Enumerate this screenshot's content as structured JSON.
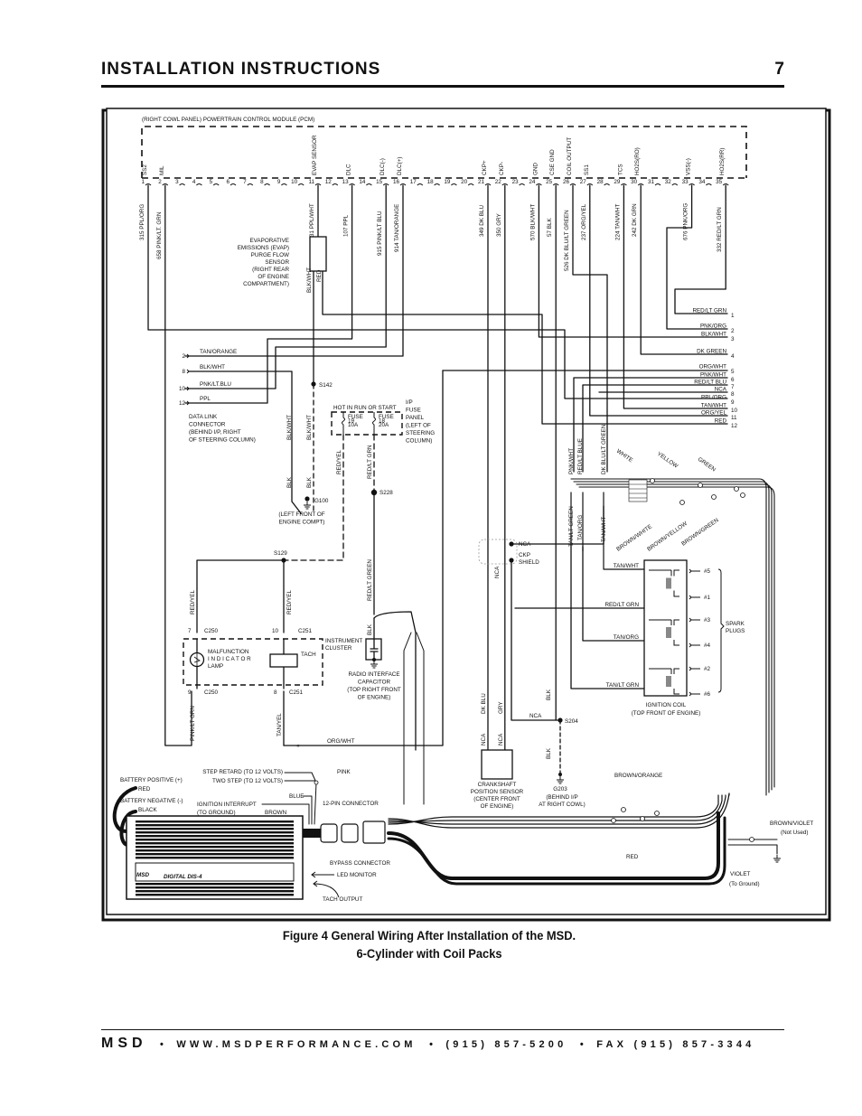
{
  "header": {
    "title": "INSTALLATION INSTRUCTIONS",
    "page": "7"
  },
  "pcm": {
    "title": "(RIGHT COWL PANEL) POWERTRAIN CONTROL MODULE (PCM)",
    "pin_count": 35,
    "pins": [
      {
        "pin": 1,
        "func": "SS2",
        "circuit": "315  PPL/ORG"
      },
      {
        "pin": 2,
        "func": "MIL",
        "circuit": "658  PINK/LT. GRN"
      },
      {
        "pin": 11,
        "func": "EVAP SENSOR",
        "circuit": "31  PPL/WHT"
      },
      {
        "pin": 13,
        "func": "DLC",
        "circuit": "107  PPL"
      },
      {
        "pin": 15,
        "func": "DLC(-)",
        "circuit": "915  PINK/LT BLU"
      },
      {
        "pin": 16,
        "func": "DLC(+)",
        "circuit": "914  TAN/ORANGE"
      },
      {
        "pin": 21,
        "func": "CKP+",
        "circuit": "349  DK BLU"
      },
      {
        "pin": 22,
        "func": "CKP-",
        "circuit": "350  GRY"
      },
      {
        "pin": 24,
        "func": "GND",
        "circuit": "570  BLK/WHT"
      },
      {
        "pin": 25,
        "func": "CSE GND",
        "circuit": "57  BLK"
      },
      {
        "pin": 26,
        "func": "COIL OUTPUT",
        "circuit": "526  DK BLU/LT GREEN"
      },
      {
        "pin": 27,
        "func": "SS1",
        "circuit": "237  ORG/YEL"
      },
      {
        "pin": 29,
        "func": "TCS",
        "circuit": "224  TAN/WHT"
      },
      {
        "pin": 30,
        "func": "HO2S(RO)",
        "circuit": "242  DK GRN"
      },
      {
        "pin": 33,
        "func": "VSS(-)",
        "circuit": "676  PNK/ORG"
      },
      {
        "pin": 35,
        "func": "HO2S(RR)",
        "circuit": "332  RED/LT GRN"
      }
    ]
  },
  "right_connector": [
    {
      "pin": "1",
      "label": "RED/LT GRN"
    },
    {
      "pin": "2",
      "label": "PNK/ORG"
    },
    {
      "pin": "3",
      "label": "BLK/WHT"
    },
    {
      "pin": "4",
      "label": "DK GREEN"
    },
    {
      "pin": "5",
      "label": "ORG/WHT"
    },
    {
      "pin": "6",
      "label": "PNK/WHT"
    },
    {
      "pin": "7",
      "label": "RED/LT BLU"
    },
    {
      "pin": "8",
      "label": "NCA"
    },
    {
      "pin": "9",
      "label": "PPL/ORG"
    },
    {
      "pin": "10",
      "label": "TAN/WHT"
    },
    {
      "pin": "11",
      "label": "ORG/YEL"
    },
    {
      "pin": "12",
      "label": "RED"
    }
  ],
  "evap": {
    "lines": [
      "EVAPORATIVE",
      "EMISSIONS (EVAP)",
      "PURGE FLOW",
      "SENSOR",
      "(RIGHT REAR",
      "OF ENGINE",
      "COMPARTMENT)"
    ],
    "wire_a": "BLK/WHT",
    "wire_b": "RED"
  },
  "dlc": {
    "pins": [
      {
        "pin": "2",
        "label": "TAN/ORANGE"
      },
      {
        "pin": "8",
        "label": "BLK/WHT"
      },
      {
        "pin": "10",
        "label": "PNK/LT.BLU"
      },
      {
        "pin": "12",
        "label": "PPL"
      }
    ],
    "caption": [
      "DATA LINK",
      "CONNECTOR",
      "(BEHIND I/P, RIGHT",
      "OF STEERING COLUMN)"
    ]
  },
  "ground_block": {
    "s142": "S142",
    "blk_wht": "BLK/WHT",
    "blk": "BLK",
    "g100": "G100",
    "g100_caption": [
      "(LEFT FRONT OF",
      "ENGINE COMPT)"
    ]
  },
  "fuse_panel": {
    "hot_label": "HOT IN RUN OR START",
    "fuse_a": [
      "FUSE",
      "19",
      "10A"
    ],
    "fuse_b": [
      "FUSE",
      "18",
      "20A"
    ],
    "caption": [
      "I/P",
      "FUSE",
      "PANEL",
      "(LEFT OF",
      "STEERING",
      "COLUMN)"
    ],
    "wire_a": "RED/YEL",
    "wire_b": "RED/LT GRN",
    "s228": "S228"
  },
  "cluster": {
    "s129": "S129",
    "red_yel": "RED/YEL",
    "c250_top": "7",
    "c250_bot": "9",
    "c250": "C250",
    "c251_top": "10",
    "c251_bot": "8",
    "c251": "C251",
    "lamp": [
      "MALFUNCTION",
      "I N D I C A T O R",
      "LAMP"
    ],
    "tach": "TACH",
    "caption": [
      "INSTRUMENT",
      "CLUSTER"
    ],
    "pink_lt_grn": "PINK/LT GRN",
    "tan_yel": "TAN/YEL",
    "org_wht": "ORG/WHT"
  },
  "radio_cap": {
    "wire": "RED/LT GREEN",
    "blk": "BLK",
    "caption": [
      "RADIO INTERFACE",
      "CAPACITOR",
      "(TOP RIGHT FRONT",
      "OF ENGINE)"
    ]
  },
  "ckp": {
    "nca": "NCA",
    "shield": [
      "CKP",
      "SHIELD"
    ],
    "dk_blu": "DK BLU",
    "gry": "GRY",
    "blk": "BLK",
    "s204": "S204",
    "g203": "G203",
    "sensor_caption": [
      "CRANKSHAFT",
      "POSITION SENSOR",
      "(CENTER FRONT",
      "OF ENGINE)"
    ],
    "g203_caption": [
      "(BEHIND I/P",
      "AT RIGHT COWL)"
    ]
  },
  "coil": {
    "top_wires": [
      "PNK/WHT",
      "RED/LT BLUE",
      "DK BLU/LT GREEN"
    ],
    "bottom_wires": [
      "TAN/LT GREEN",
      "TAN/ORG",
      "TAN/WHT"
    ],
    "harness_colors": [
      "WHITE",
      "YELLOW",
      "GREEN",
      "BROWN/WHITE",
      "BROWN/YELLOW",
      "BROWN/GREEN"
    ],
    "inputs": [
      "TAN/WHT",
      "RED/LT GRN",
      "TAN/ORG",
      "TAN/LT GRN"
    ],
    "plugs": [
      "#5",
      "#1",
      "#3",
      "#4",
      "#2",
      "#6"
    ],
    "plugs_label": [
      "SPARK",
      "PLUGS"
    ],
    "caption": [
      "IGNITION COIL",
      "(TOP FRONT OF ENGINE)"
    ]
  },
  "msd": {
    "bat_pos": "BATTERY POSITIVE (+)",
    "red": "RED",
    "bat_neg": "BATTERY NEGATIVE (-)",
    "black": "BLACK",
    "step_retard": "STEP RETARD (TO 12 VOLTS)",
    "two_step": "TWO STEP (TO 12 VOLTS)",
    "pink": "PINK",
    "blue": "BLUE",
    "ign_interrupt": [
      "IGNITION INTERRUPT",
      "(TO GROUND)"
    ],
    "brown": "BROWN",
    "pin12": "12-PIN CONNECTOR",
    "bypass": "BYPASS CONNECTOR",
    "led": "LED MONITOR",
    "tach": "TACH OUTPUT",
    "logo": "MSD",
    "model": "DIGITAL DIS-4",
    "brown_orange": "BROWN/ORANGE",
    "red2": "RED",
    "brown_violet": "BROWN/VIOLET",
    "not_used": "(Not Used)",
    "violet": "VIOLET",
    "to_ground": "(To Ground)"
  },
  "caption": {
    "line1": "Figure 4 General Wiring After Installation of the MSD.",
    "line2": "6-Cylinder with Coil Packs"
  },
  "footer": {
    "brand": "MSD",
    "web": "WWW.MSDPERFORMANCE.COM",
    "phone": "(915) 857-5200",
    "fax": "FAX (915) 857-3344"
  }
}
